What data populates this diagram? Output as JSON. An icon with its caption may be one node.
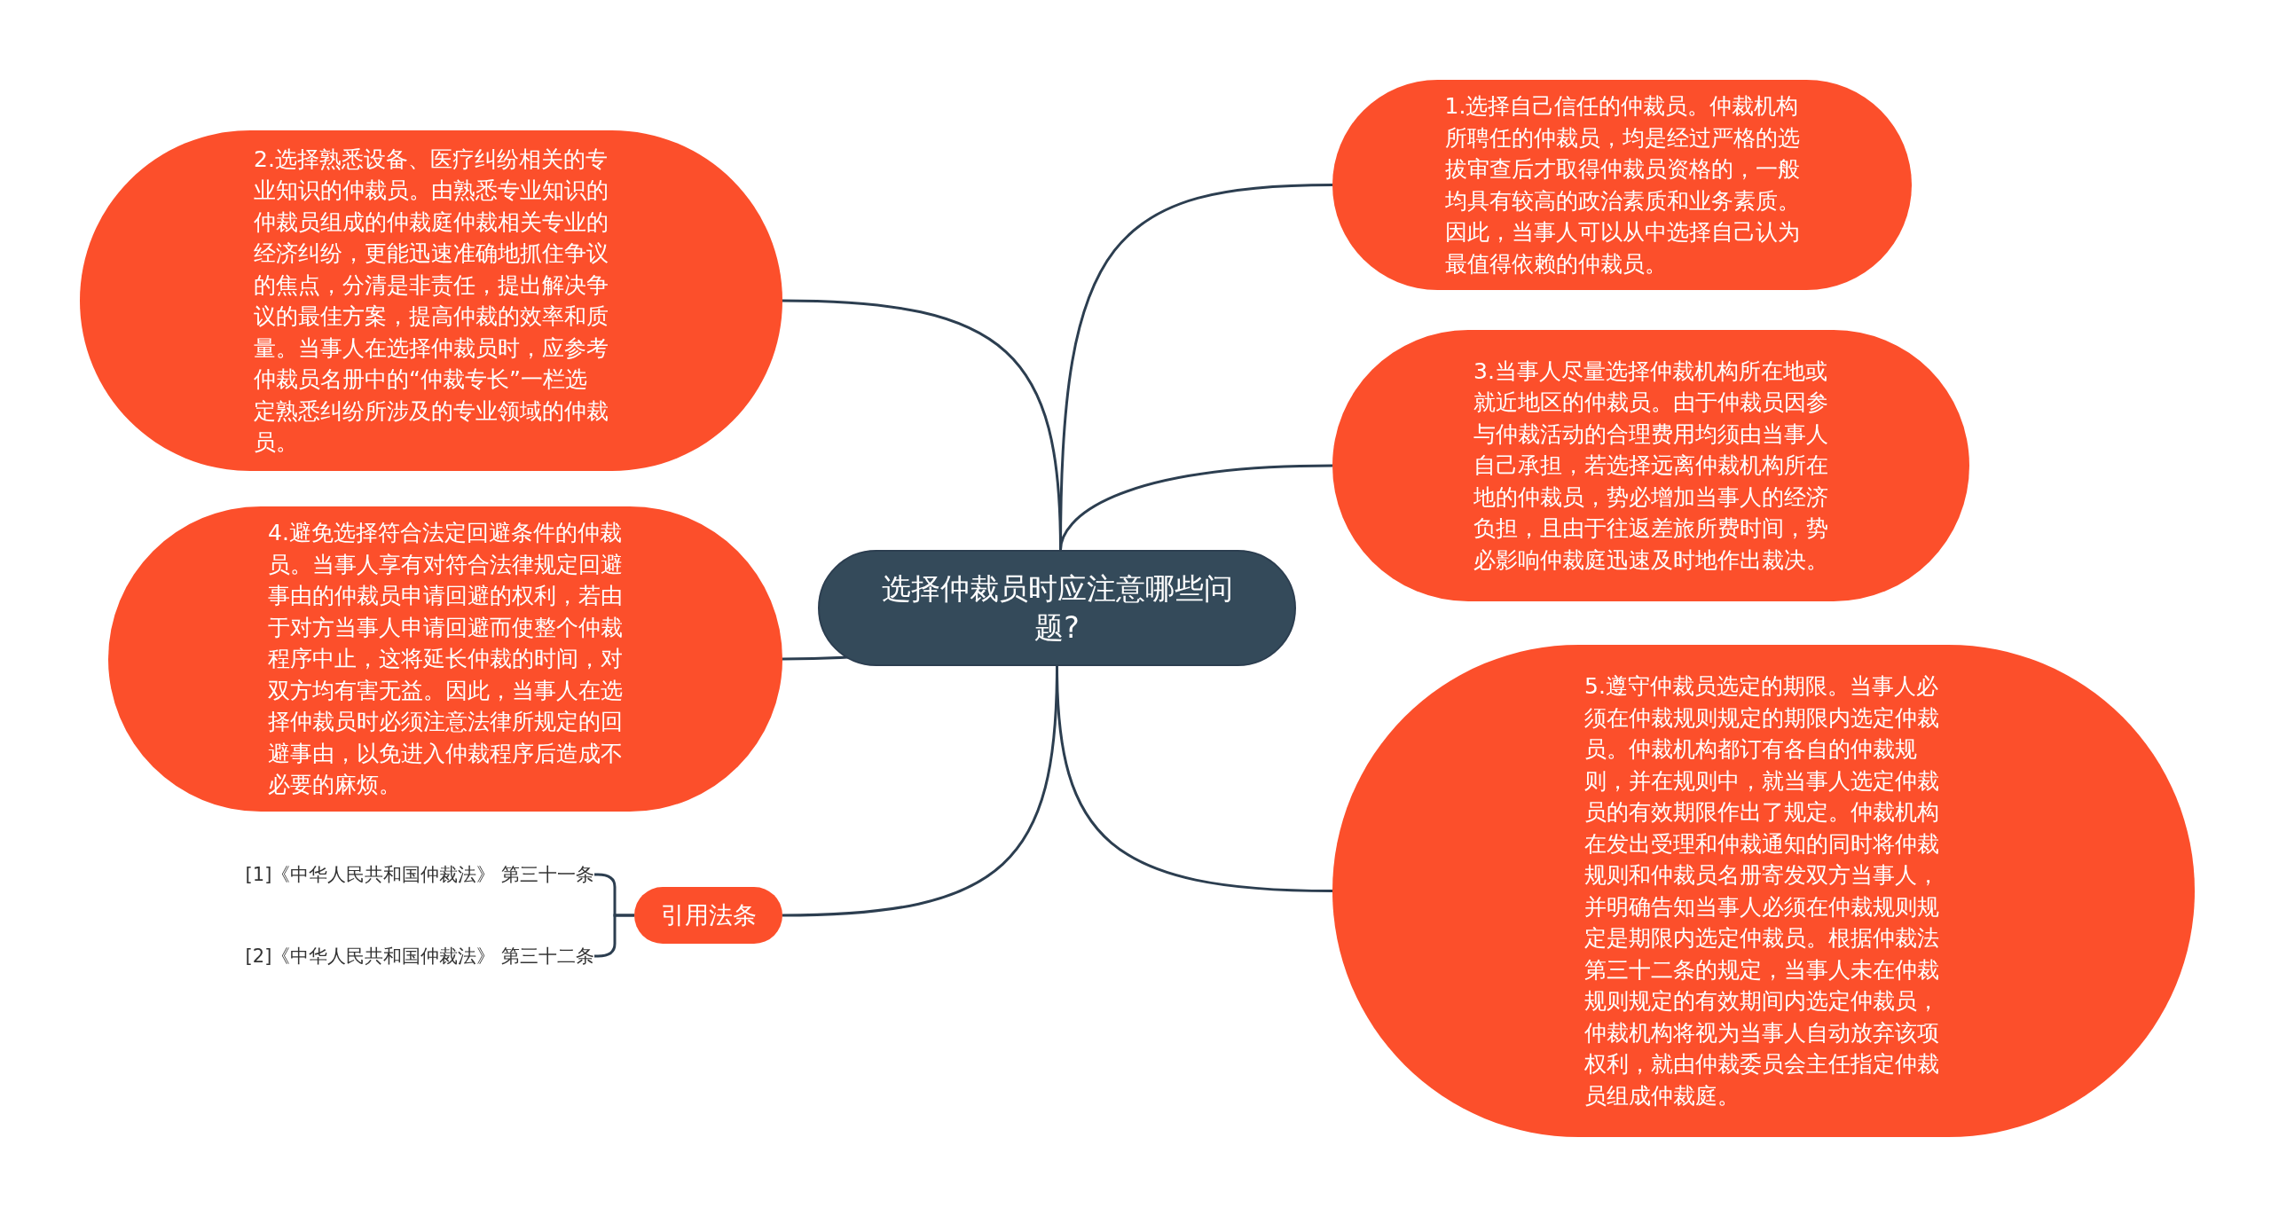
{
  "diagram": {
    "nodes": [
      {
        "text": [
          "选择仲裁员时应注意哪些问题?"
        ]
      },
      {
        "text": [
          "1.选择自己信任的仲裁员。仲裁机构所聘任的仲裁员，均是经过严格的选拔审查后才取得仲裁员资格的，一般均具有较高的政治素质和业务素质。因此，当事人可以从中选择自己认为最值得依赖的仲裁员。"
        ]
      },
      {
        "text": [
          "2.选择熟悉设备、医疗纠纷相关的专业知识的仲裁员。由熟悉专业知识的仲裁员组成的仲裁庭仲裁相关专业的经济纠纷，更能迅速准确地抓住争议的焦点，分清是非责任，提出解决争议的最佳方案，提高仲裁的效率和质量。当事人在选择仲裁员时，应参考仲裁员名册中的“仲裁专长”一栏选定熟悉纠纷所涉及的专业领域的仲裁员。"
        ]
      },
      {
        "text": [
          "3.当事人尽量选择仲裁机构所在地或就近地区的仲裁员。由于仲裁员因参与仲裁活动的合理费用均须由当事人自己承担，若选择远离仲裁机构所在地的仲裁员，势必增加当事人的经济负担，且由于往返差旅所费时间，势必影响仲裁庭迅速及时地作出裁决。"
        ]
      },
      {
        "text": [
          "4.避免选择符合法定回避条件的仲裁员。当事人享有对符合法律规定回避事由的仲裁员申请回避的权利，若由于对方当事人申请回避而使整个仲裁程序中止，这将延长仲裁的时间，对双方均有害无益。因此，当事人在选择仲裁员时必须注意法律所规定的回避事由，以免进入仲裁程序后造成不必要的麻烦。"
        ]
      },
      {
        "text": [
          "5.遵守仲裁员选定的期限。当事人必须在仲裁规则规定的期限内选定仲裁员。仲裁机构都订有各自的仲裁规则，并在规则中，就当事人选定仲裁员的有效期限作出了规定。仲裁机构在发出受理和仲裁通知的同时将仲裁规则和仲裁员名册寄发双方当事人，并明确告知当事人必须在仲裁规则规定是期限内选定仲裁员。根据仲裁法第三十二条的规定，当事人未在仲裁规则规定的有效期间内选定仲裁员，仲裁机构将视为当事人自动放弃该项权利，就由仲裁委员会主任指定仲裁员组成仲裁庭。"
        ]
      },
      {
        "text": [
          "引用法条"
        ]
      },
      {
        "text": [
          "[1]《中华人民共和国仲裁法》 第三十一条"
        ]
      },
      {
        "text": [
          "[2]《中华人民共和国仲裁法》 第三十二条"
        ]
      }
    ],
    "edges": [
      {
        "from": 0,
        "to": 1,
        "arrow": "none"
      },
      {
        "from": 0,
        "to": 2,
        "arrow": "none"
      },
      {
        "from": 0,
        "to": 3,
        "arrow": "none"
      },
      {
        "from": 0,
        "to": 4,
        "arrow": "none"
      },
      {
        "from": 0,
        "to": 5,
        "arrow": "none"
      },
      {
        "from": 0,
        "to": 6,
        "arrow": "none"
      },
      {
        "from": 6,
        "to": 7,
        "arrow": "none"
      },
      {
        "from": 6,
        "to": 8,
        "arrow": "none"
      }
    ]
  }
}
